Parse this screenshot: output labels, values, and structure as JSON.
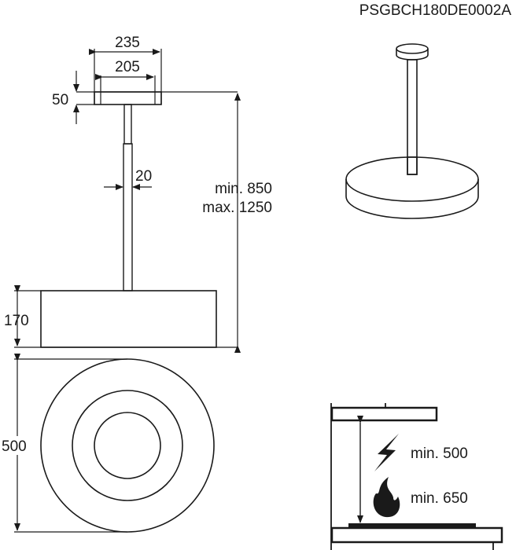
{
  "model_code": "PSGBCH180DE0002A",
  "dimensions": {
    "plate_outer_width": "235",
    "plate_inner_width": "205",
    "plate_height": "50",
    "rod_diameter": "20",
    "length_min": "min. 850",
    "length_max": "max. 1250",
    "body_height": "170",
    "body_diameter": "500"
  },
  "clearance": {
    "electric_label": "min. 500",
    "gas_label": "min. 650"
  },
  "colors": {
    "line": "#1a1a1a",
    "background": "#ffffff"
  }
}
